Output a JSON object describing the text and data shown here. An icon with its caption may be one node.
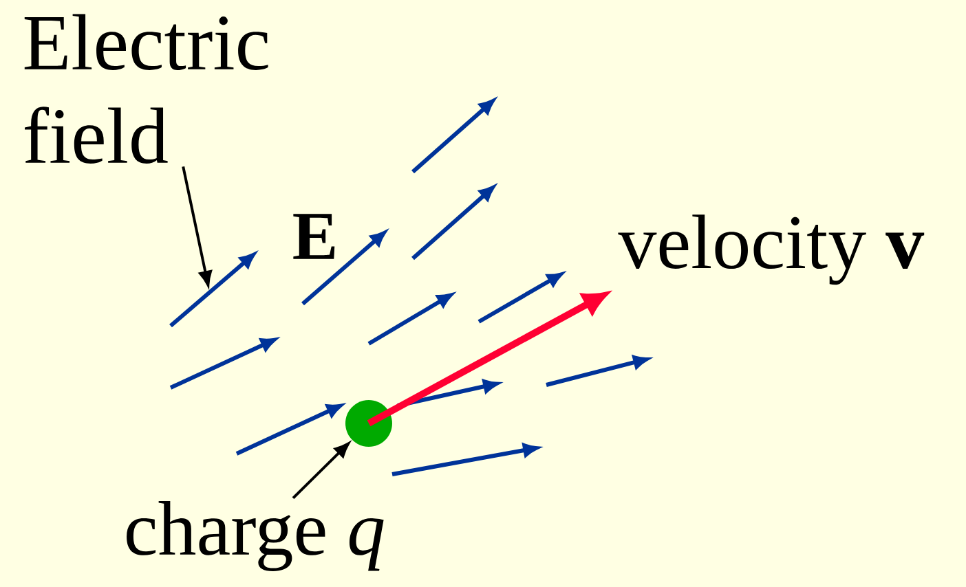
{
  "diagram": {
    "nodes": [
      {
        "text": [
          "Electric field"
        ]
      },
      {
        "text": [
          "charge *q*"
        ]
      },
      {
        "text": [],
        "shape": "circle"
      },
      {
        "text": [
          "velocity **v**"
        ]
      }
    ],
    "edges": [
      {
        "from": 0,
        "to": null,
        "arrow": "to"
      },
      {
        "from": 1,
        "to": 2,
        "arrow": "to"
      },
      {
        "from": 2,
        "to": 3,
        "arrow": "to",
        "style": "thick",
        "color": "#ff0033"
      }
    ],
    "labels": [
      "E"
    ]
  }
}
